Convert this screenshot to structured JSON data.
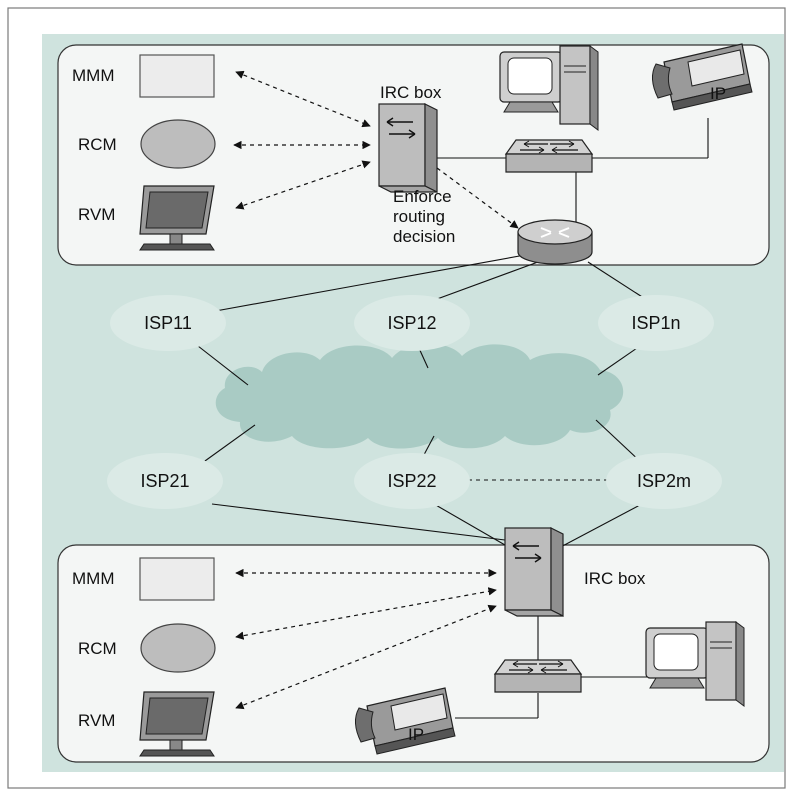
{
  "top_site": {
    "mmm_label": "MMM",
    "rcm_label": "RCM",
    "rvm_label": "RVM",
    "irc_box_label": "IRC box",
    "enforce_line1": "Enforce",
    "enforce_line2": "routing",
    "enforce_line3": "decision",
    "ip_phone_label": "IP"
  },
  "isps": {
    "isp11": "ISP11",
    "isp12": "ISP12",
    "isp1n": "ISP1n",
    "isp21": "ISP21",
    "isp22": "ISP22",
    "isp2m": "ISP2m"
  },
  "bottom_site": {
    "mmm_label": "MMM",
    "rcm_label": "RCM",
    "rvm_label": "RVM",
    "irc_box_label": "IRC box",
    "ip_phone_label": "IP"
  },
  "colors": {
    "background": "#cfe3de",
    "panel": "#f4f6f5",
    "isp_ellipse": "#dbeae6",
    "cloud": "#a9cbc4",
    "device_gray": "#bdbdbd"
  }
}
